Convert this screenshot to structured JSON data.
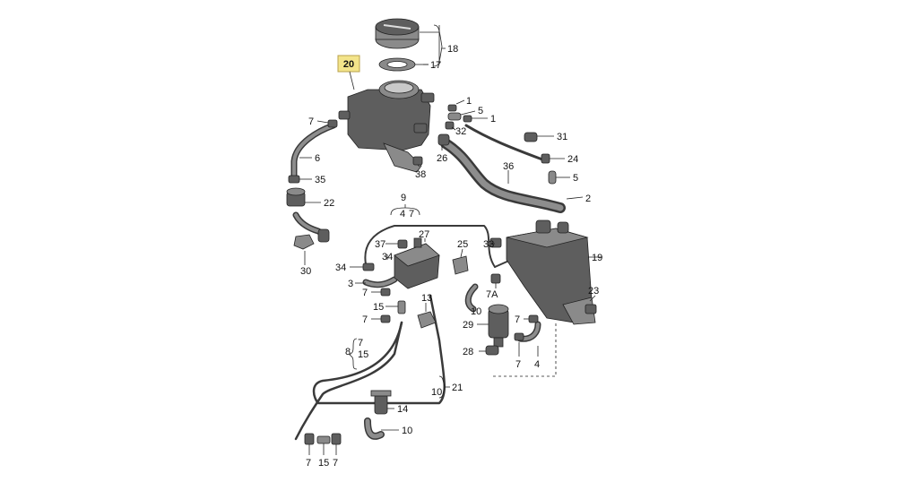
{
  "highlighted_part": "20",
  "callouts": {
    "c18": "18",
    "c17": "17",
    "c1a": "1",
    "c5a": "5",
    "c1b": "1",
    "c7a": "7",
    "c32": "32",
    "c31": "31",
    "c6": "6",
    "c26": "26",
    "c36": "36",
    "c24": "24",
    "c5b": "5",
    "c35": "35",
    "c38": "38",
    "c2": "2",
    "c22": "22",
    "c9": "9",
    "c4a": "4",
    "c7b": "7",
    "c37": "37",
    "c27": "27",
    "c25": "25",
    "c33": "33",
    "c19": "19",
    "c34": "34",
    "c3": "3",
    "c13": "13",
    "c7c": "7",
    "c30": "30",
    "c15a": "15",
    "c7d": "7",
    "c10a": "10",
    "c7A": "7A",
    "c23": "23",
    "c29": "29",
    "c7e": "7",
    "c8": "8",
    "c7f": "7",
    "c15b": "15",
    "c28": "28",
    "c7g": "7",
    "c4b": "4",
    "c10b": "10",
    "c21": "21",
    "c14": "14",
    "c10c": "10",
    "c7h": "7",
    "c15c": "15",
    "c7i": "7"
  }
}
